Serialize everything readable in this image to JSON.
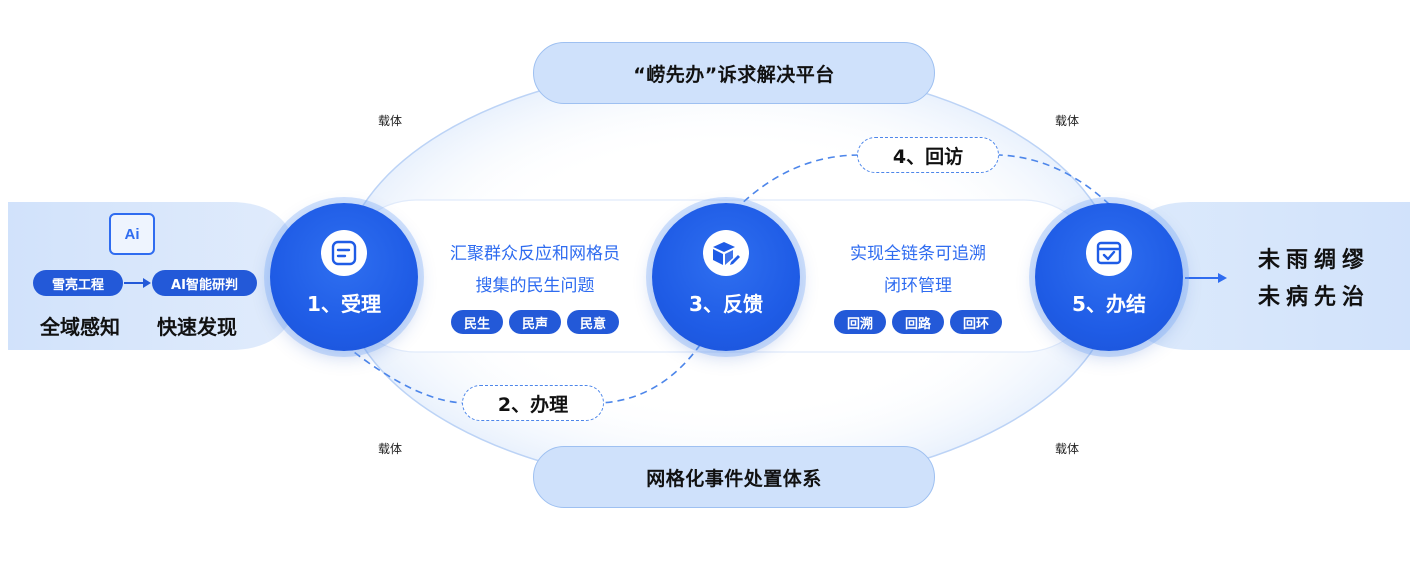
{
  "top_platform": "“崂先办”诉求解决平台",
  "bottom_platform": "网格化事件处置体系",
  "carrier_labels": [
    "载体",
    "载体",
    "载体",
    "载体"
  ],
  "left_panel": {
    "ai_icon_text": "Ai",
    "pill_1": "雪亮工程",
    "pill_2": "AI智能研判",
    "caption_1": "全域感知",
    "caption_2": "快速发现"
  },
  "nodes": [
    {
      "label": "1、受理",
      "icon": "list-icon"
    },
    {
      "label": "3、反馈",
      "icon": "cube-edit-icon"
    },
    {
      "label": "5、办结",
      "icon": "calendar-check-icon"
    }
  ],
  "middle_1": {
    "line1": "汇聚群众反应和网格员",
    "line2": "搜集的民生问题",
    "tags": [
      "民生",
      "民声",
      "民意"
    ]
  },
  "middle_2": {
    "line1": "实现全链条可追溯",
    "line2": "闭环管理",
    "tags": [
      "回溯",
      "回路",
      "回环"
    ]
  },
  "step_2": "2、办理",
  "step_4": "4、回访",
  "right_panel": {
    "line1": "未雨绸缪",
    "line2": "未病先治"
  },
  "colors": {
    "accent": "#1f5ce6",
    "accent_text": "#2f6cf0",
    "light_band": "#d4e4fb",
    "pill_bg": "#cfe1fb"
  }
}
